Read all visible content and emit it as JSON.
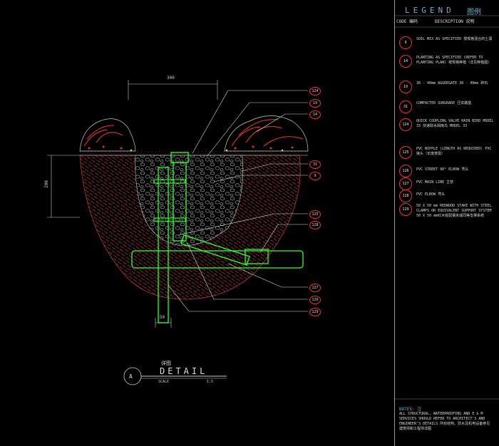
{
  "legend": {
    "title": "LEGEND",
    "title_cn": "图例",
    "header_code": "CODE 编码",
    "header_desc": "DESCRIPTION 说明",
    "items": [
      {
        "code": "9",
        "text": "SOIL MIX AS SPECIFIED 按规格混合的土壤"
      },
      {
        "code": "14",
        "text": "PLANTING AS SPECIFIED (REFER TO PLANTING PLAN) 按规格种植（详见种植图）"
      },
      {
        "code": "19",
        "text": "30 - 40mm AGGREGATE 30 - 40mm 碎石"
      },
      {
        "code": "31",
        "text": "COMPACTED SUBGRADE 压实路基"
      },
      {
        "code": "124",
        "text": "QUICK COUPLING VALVE RAIN BIRD MODEL 33 快速取水阀雨鸟 MODEL 33"
      },
      {
        "code": "125",
        "text": "PVC NIPPLE (LENGTH AS REQUIRED) PVC 接头（长度按需）"
      },
      {
        "code": "126",
        "text": "PVC STREET 90° ELBOW 弯头"
      },
      {
        "code": "127",
        "text": "PVC MAIN LINE 主管"
      },
      {
        "code": "128",
        "text": "PVC ELBOW 弯头"
      },
      {
        "code": "129",
        "text": "50 X 50 mm REDWOOD STAKE WITH STEEL CLAMPS OR EQUIVALENT SUPPORT SYSTEM 50 X 50 mm红木桩配钢夹或同等支撑系统"
      }
    ]
  },
  "notes": {
    "title": "NOTES: 注",
    "text": "ALL STRUCTURAL, WATERPROOFING AND E & M SERVICES SHOULD REFER TO ARCHITECT'S AND ENGINEER'S DETAILS 所有结构、防水及机电设备参见建筑师和工程师详图"
  },
  "drawing": {
    "dim_width": "300",
    "dim_depth": "200",
    "dim_stake": "50",
    "callouts": [
      "124",
      "19",
      "14",
      "31",
      "9",
      "125",
      "128",
      "127",
      "126",
      "129"
    ]
  },
  "title_block": {
    "letter": "A",
    "title_cn": "详图",
    "title": "DETAIL",
    "scale_label": "SCALE",
    "scale_value": "1:5"
  }
}
